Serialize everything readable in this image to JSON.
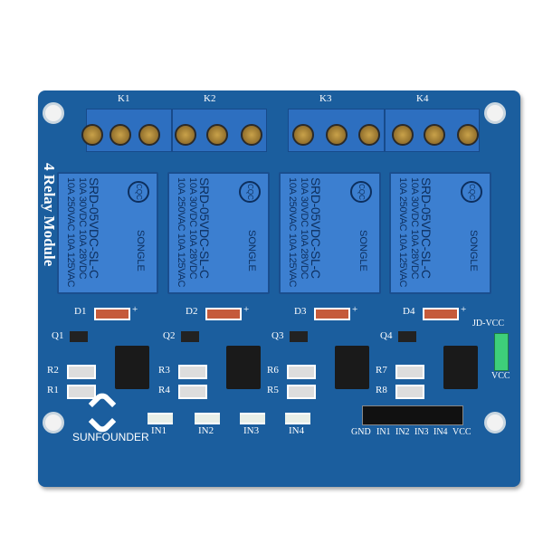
{
  "board": {
    "title": "4 Relay Module",
    "brand": "SUNFOUNDER",
    "board_color": "#1b5e9e",
    "jumper_color": "#3ecf7a"
  },
  "terminals": [
    "K1",
    "K2",
    "K3",
    "K4"
  ],
  "relay": {
    "line1": "10A 250VAC  10A 125VAC",
    "line2": "10A 30VDC  10A 28VDC",
    "model": "SRD-05VDC-SL-C",
    "maker": "SONGLE",
    "cert": "CQC"
  },
  "diodes": [
    "D1",
    "D2",
    "D3",
    "D4"
  ],
  "transistors": [
    "Q1",
    "Q2",
    "Q3",
    "Q4"
  ],
  "resistors": [
    "R2",
    "R1",
    "R3",
    "R4",
    "R6",
    "R5",
    "R7",
    "R8"
  ],
  "leds": [
    "IN1",
    "IN2",
    "IN3",
    "IN4"
  ],
  "header": [
    "GND",
    "IN1",
    "IN2",
    "IN3",
    "IN4",
    "VCC"
  ],
  "jumper": {
    "top": "JD-VCC",
    "bottom": "VCC"
  },
  "plus": "+"
}
